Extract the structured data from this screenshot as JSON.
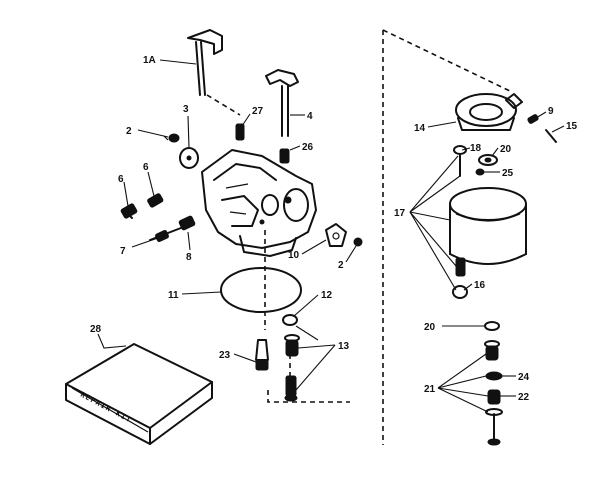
{
  "labels": {
    "l1a": "1A",
    "l3": "3",
    "l27": "27",
    "l4": "4",
    "l2a": "2",
    "l26": "26",
    "l6a": "6",
    "l6b": "6",
    "l7": "7",
    "l8": "8",
    "l10": "10",
    "l2b": "2",
    "l11": "11",
    "l12": "12",
    "l13": "13",
    "l23": "23",
    "l28": "28",
    "l14": "14",
    "l9": "9",
    "l15": "15",
    "l18": "18",
    "l20a": "20",
    "l25": "25",
    "l17": "17",
    "l16": "16",
    "l20b": "20",
    "l24": "24",
    "l21": "21",
    "l22": "22"
  },
  "kit_label": "REPAIR KIT"
}
